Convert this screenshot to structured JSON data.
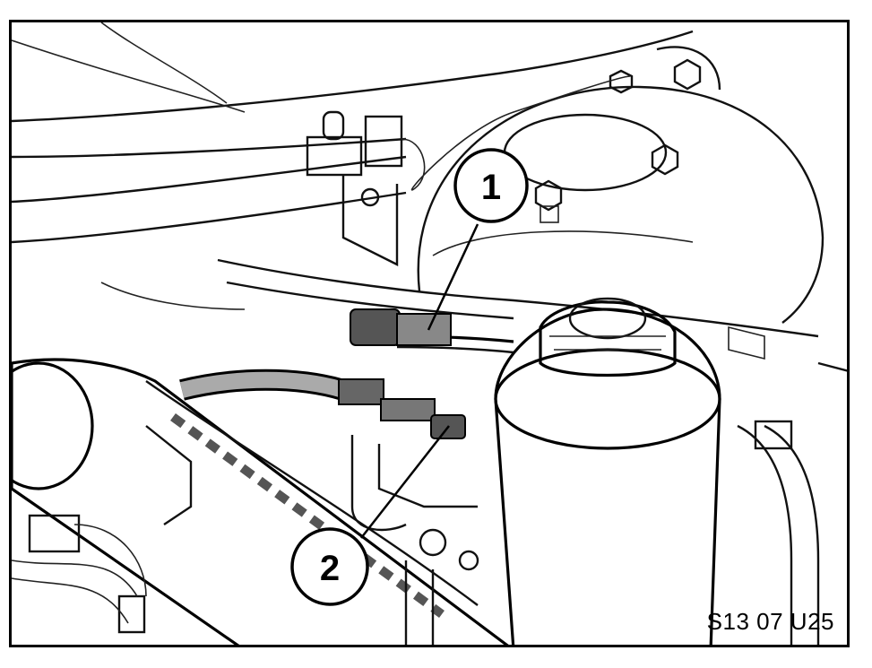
{
  "figure": {
    "callouts": [
      {
        "number": "1"
      },
      {
        "number": "2"
      }
    ],
    "code": "S13 07 U25"
  }
}
